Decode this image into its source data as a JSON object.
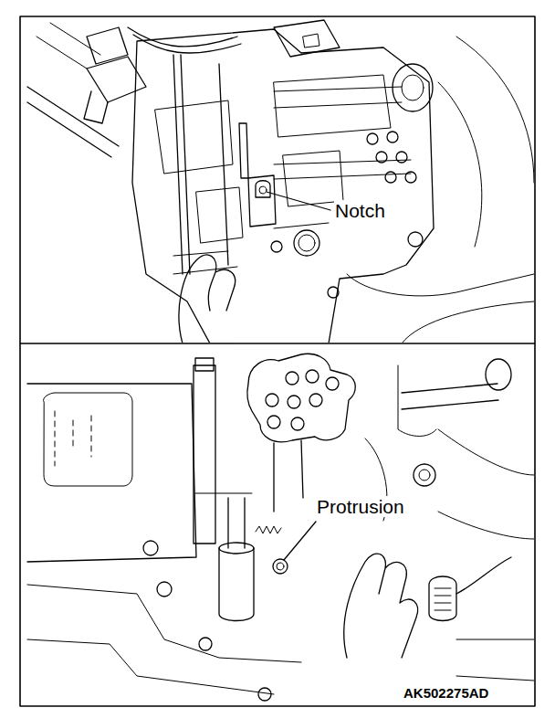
{
  "diagram": {
    "labels": [
      "Notch",
      "Protrusion",
      "AK502275AD"
    ]
  }
}
